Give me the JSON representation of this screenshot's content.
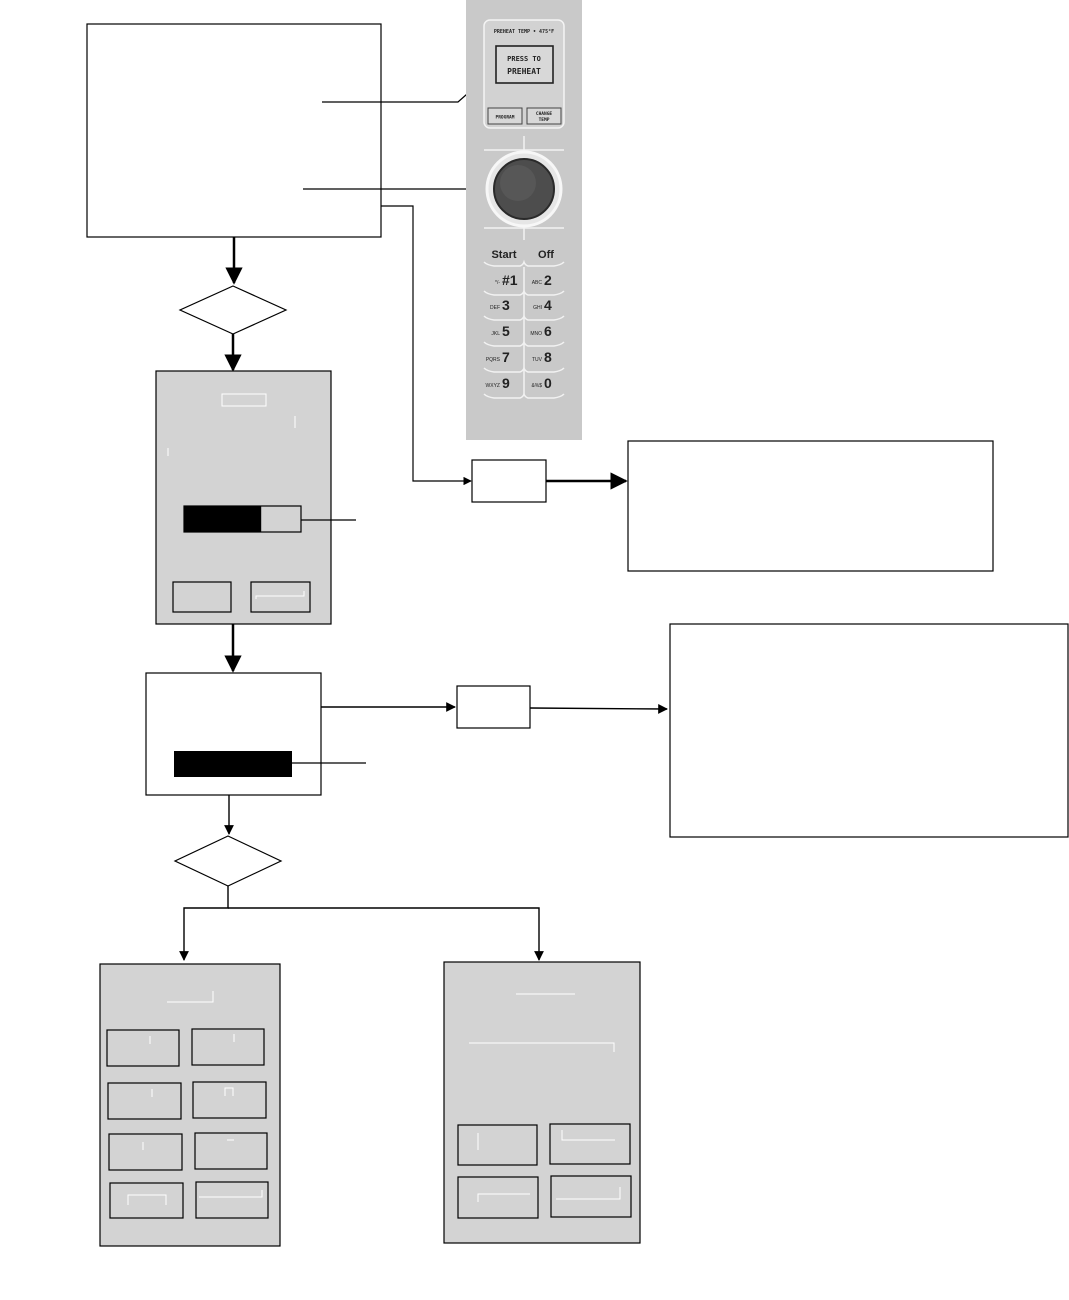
{
  "control_panel": {
    "header_text": "PREHEAT TEMP • 475°F",
    "preheat_button_line1": "PRESS TO",
    "preheat_button_line2": "PREHEAT",
    "program_button": "PROGRAM",
    "change_temp_line1": "CHANGE",
    "change_temp_line2": "TEMP",
    "start_label": "Start",
    "off_label": "Off",
    "keypad": [
      {
        "letters": "*/-",
        "digit": "#1"
      },
      {
        "letters": "ABC",
        "digit": "2"
      },
      {
        "letters": "DEF",
        "digit": "3"
      },
      {
        "letters": "GHI",
        "digit": "4"
      },
      {
        "letters": "JKL",
        "digit": "5"
      },
      {
        "letters": "MNO",
        "digit": "6"
      },
      {
        "letters": "PQRS",
        "digit": "7"
      },
      {
        "letters": "TUV",
        "digit": "8"
      },
      {
        "letters": "WXYZ",
        "digit": "9"
      },
      {
        "letters": "&%$",
        "digit": "0"
      }
    ]
  },
  "preheat_progress": {
    "fill_fraction": 0.66
  },
  "colors": {
    "panel_gray": "#c9c9c9",
    "screen_gray": "#d3d3d3",
    "bar_black": "#000000",
    "line": "#000000"
  }
}
